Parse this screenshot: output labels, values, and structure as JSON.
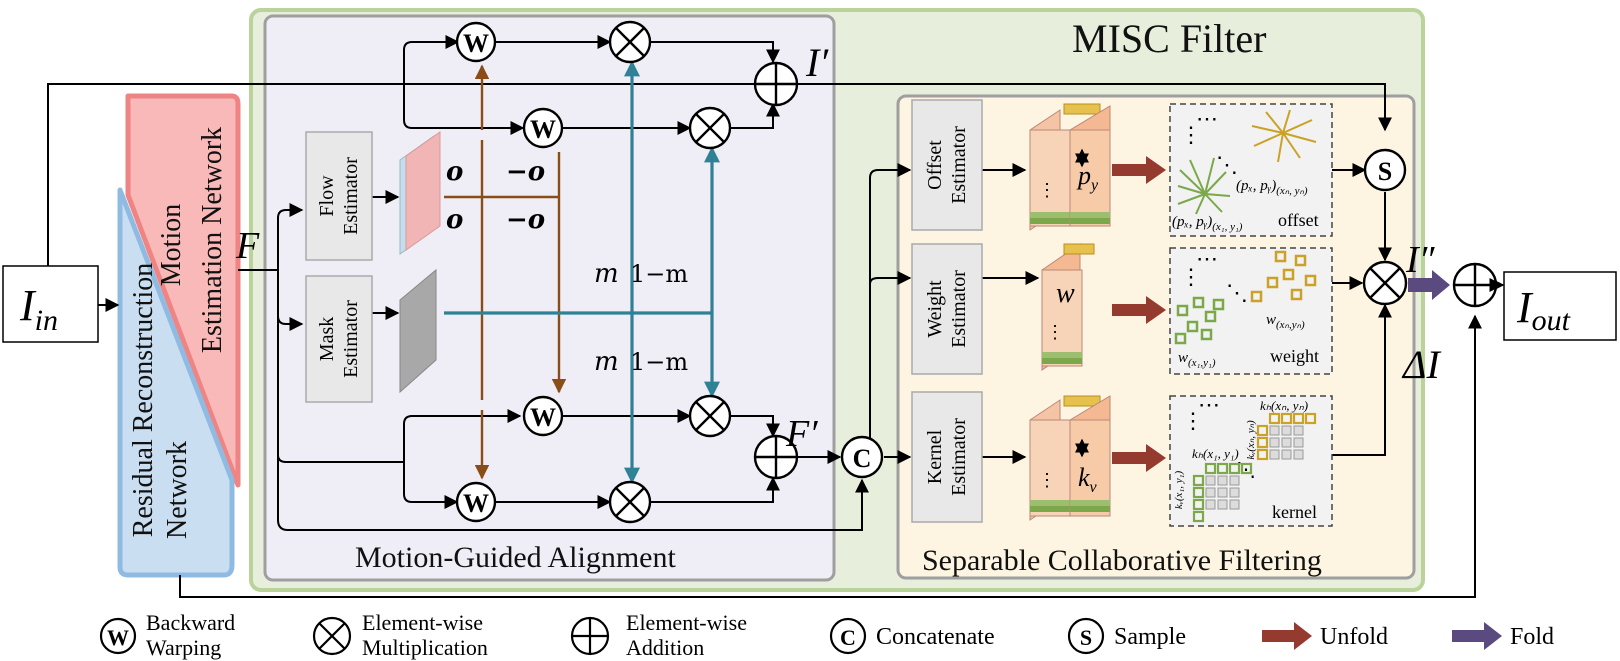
{
  "panels": {
    "misc_filter": "MISC Filter",
    "motion_guided_alignment": "Motion-Guided Alignment",
    "separable_collaborative_filtering": "Separable Collaborative Filtering"
  },
  "networks": {
    "motion_line1": "Motion",
    "motion_line2": "Estimation Network",
    "residual_line1": "Residual Reconstruction",
    "residual_line2": "Network"
  },
  "estimators": {
    "flow": [
      "Flow",
      "Estimator"
    ],
    "mask": [
      "Mask",
      "Estimator"
    ],
    "offset": [
      "Offset",
      "Estimator"
    ],
    "weight": [
      "Weight",
      "Estimator"
    ],
    "kernel": [
      "Kernel",
      "Estimator"
    ]
  },
  "symbols": {
    "I_in": "I",
    "I_in_sub": "in",
    "F": "F",
    "F_prime": "F′",
    "I_prime": "I′",
    "I_double_prime": "I″",
    "delta_I": "ΔI",
    "I_out": "I",
    "I_out_sub": "out",
    "o": "o",
    "neg_o": "−o",
    "m": "m",
    "one_minus_m": "1−m",
    "W": "W",
    "C": "C",
    "S": "S",
    "p_y": "p",
    "p_y_sub": "y",
    "w": "w",
    "k_v": "k",
    "k_v_sub": "v"
  },
  "inset_labels": {
    "offset_top": "(p",
    "offset_top_full": "(pₓ, pᵧ)",
    "offset_top_sub": "(xₙ, yₙ)",
    "offset_bottom_sub": "(x₁, y₁)",
    "offset": "offset",
    "weight_top": "w",
    "weight_top_sub": "(xₙ,yₙ)",
    "weight_bottom_sub": "(x₁,y₁)",
    "weight": "weight",
    "kernel_top": "kₕ(xₙ, yₙ)",
    "kernel_mid": "kₕ(x₁, y₁)",
    "kernel_v_top": "kᵥ(xₙ, yₙ)",
    "kernel_v_bottom": "kᵥ(x₁, y₁)",
    "kernel": "kernel"
  },
  "legend": {
    "warping": [
      "Backward",
      "Warping"
    ],
    "multiplication": [
      "Element-wise",
      "Multiplication"
    ],
    "addition": [
      "Element-wise",
      "Addition"
    ],
    "concatenate": "Concatenate",
    "sample": "Sample",
    "unfold": "Unfold",
    "fold": "Fold"
  },
  "colors": {
    "misc_panel_fill": "#e7eedc",
    "misc_panel_stroke": "#b9d39a",
    "mga_panel_fill": "#efedf5",
    "scf_panel_fill": "#fdf5e2",
    "motion_net_fill": "#f8b9b8",
    "motion_net_stroke": "#ee8483",
    "residual_net_fill": "#c9def0",
    "residual_net_stroke": "#8fbbe2",
    "brown_arrow": "#8a4d17",
    "teal_arrow": "#2f8196",
    "unfold_arrow": "#953a2f",
    "fold_arrow": "#5a4a80",
    "green_marker": "#7aa84a",
    "gold_marker": "#c9a227"
  }
}
